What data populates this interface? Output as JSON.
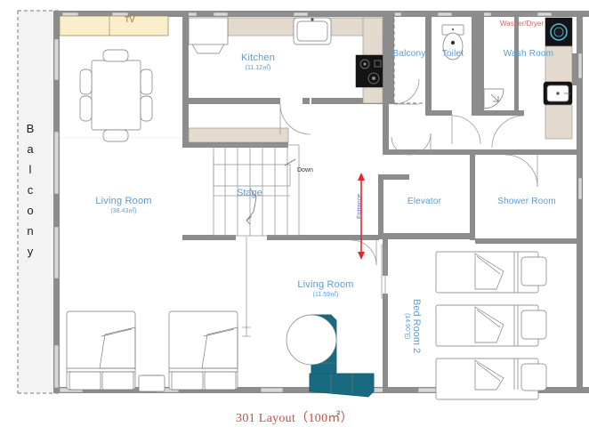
{
  "title": "301 Layout（100㎡）",
  "colors": {
    "room_label": "#5b9bd5",
    "title": "#c0504d",
    "wall": "#8c8c8c",
    "annotation_red": "#c76a6a",
    "entrance_purple": "#8a4fa8",
    "arrow_red": "#e8262a",
    "sofa_teal": "#1d7c94",
    "tv_cabinet": "#faeecb",
    "counter_beige": "#e3d9cc",
    "balcony_fill": "#f2f2f2"
  },
  "rooms": [
    {
      "id": "kitchen",
      "name": "Kitchen",
      "area": "(11.12㎡)"
    },
    {
      "id": "balcony_top",
      "name": "Balcony",
      "area": ""
    },
    {
      "id": "toilet",
      "name": "Toilet",
      "area": ""
    },
    {
      "id": "wash_room",
      "name": "Wash Room",
      "area": ""
    },
    {
      "id": "living_main",
      "name": "Living Room",
      "area": "(36.43㎡)"
    },
    {
      "id": "elevator",
      "name": "Elevator",
      "area": ""
    },
    {
      "id": "shower_room",
      "name": "Shower Room",
      "area": ""
    },
    {
      "id": "living_small",
      "name": "Living Room",
      "area": "(11.59㎡)"
    },
    {
      "id": "bed_room_2",
      "name": "Bed Room 2",
      "area": "(14.90㎡)"
    }
  ],
  "annotations": {
    "balcony_left": "Balcony",
    "balcony_left_letters": [
      "B",
      "a",
      "l",
      "c",
      "o",
      "n",
      "y"
    ],
    "tv": "TV",
    "washer_dryer": "Washer/Dryer",
    "down": "Down",
    "stage": "Stage",
    "entrance": "Entrance"
  },
  "icons": {
    "sink": "sink-icon",
    "stove": "stove-icon",
    "toilet": "toilet-icon",
    "washer": "washer-icon",
    "basin": "basin-icon",
    "shower_corner": "shower-corner-icon",
    "entrance_arrow": "entrance-arrow-icon",
    "door_swing": "door-swing-icon",
    "stairs": "stairs-icon",
    "dining_table": "dining-table-icon",
    "sofa": "sofa-icon",
    "coffee_table": "round-coffee-table-icon",
    "bed": "bed-icon",
    "nightstand": "nightstand-icon",
    "tv_cabinet": "tv-cabinet-icon"
  },
  "furniture": {
    "living_main_beds": 2,
    "bed_room_2_beds": 3,
    "dining_chairs": 6
  }
}
